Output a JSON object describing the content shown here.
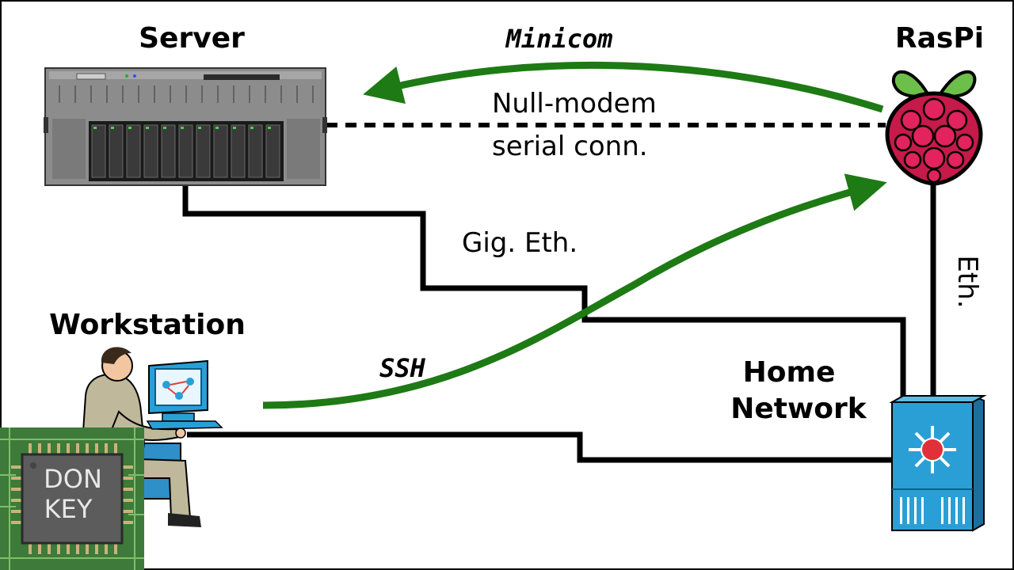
{
  "nodes": {
    "server": {
      "title": "Server"
    },
    "raspi": {
      "title": "RasPi"
    },
    "workstation": {
      "title": "Workstation"
    },
    "home_network": {
      "title_line1": "Home",
      "title_line2": "Network"
    }
  },
  "connections": {
    "serial": {
      "label_line1": "Null-modem",
      "label_line2": "serial conn."
    },
    "gig_eth": {
      "label": "Gig. Eth."
    },
    "eth": {
      "label": "Eth."
    }
  },
  "protocols": {
    "minicom": {
      "label": "Minicom"
    },
    "ssh": {
      "label": "SSH"
    }
  },
  "logo": {
    "line1": "DON",
    "line2": "KEY"
  },
  "colors": {
    "arrow": "#1e7a14",
    "wire": "#000000",
    "switch": "#2a9fd6",
    "server_body": "#8c8c8c"
  }
}
